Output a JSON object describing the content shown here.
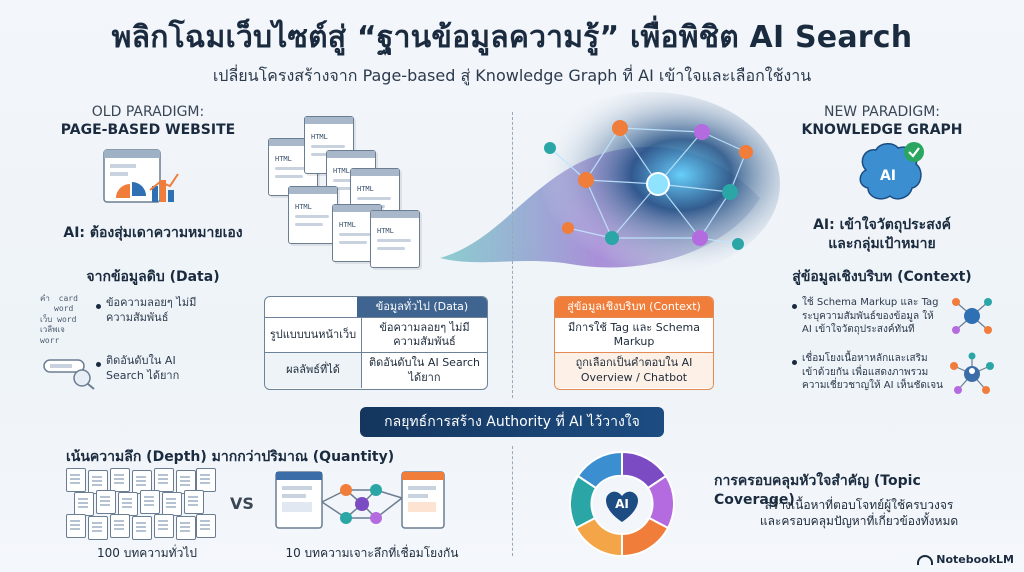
{
  "title": "พลิกโฉมเว็บไซต์สู่ “ฐานข้อมูลความรู้” เพื่อพิชิต AI Search",
  "subtitle": "เปลี่ยนโครงสร้างจาก Page-based สู่ Knowledge Graph ที่ AI เข้าใจและเลือกใช้งาน",
  "old": {
    "heading1": "OLD PARADIGM:",
    "heading2": "PAGE-BASED WEBSITE",
    "ai_label": "AI: ต้องสุ่มเดาความหมายเอง",
    "data_title": "จากข้อมูลดิบ (Data)",
    "word_cloud": [
      "คำ",
      "card",
      "word",
      "เว็บ",
      "เวลีพเจ",
      "word",
      "worr"
    ],
    "bullets": [
      "ข้อความลอยๆ ไม่มีความสัมพันธ์",
      "ติดอันดับใน AI Search ได้ยาก"
    ],
    "html_tag": "HTML"
  },
  "new": {
    "heading1": "NEW PARADIGM:",
    "heading2": "KNOWLEDGE GRAPH",
    "ai_badge": "AI",
    "ai_label1": "AI: เข้าใจวัตถุประสงค์",
    "ai_label2": "และกลุ่มเป้าหมาย",
    "context_title": "สู่ข้อมูลเชิงบริบท (Context)",
    "bullets": [
      "ใช้ Schema Markup และ Tag ระบุความสัมพันธ์ของข้อมูล ให้ AI เข้าใจวัตถุประสงค์ทันที",
      "เชื่อมโยงเนื้อหาหลักและเสริม เข้าด้วยกัน เพื่อแสดงภาพรวม ความเชี่ยวชาญให้ AI เห็นชัดเจน"
    ]
  },
  "table_left": {
    "header": "ข้อมูลทั่วไป (Data)",
    "rows": [
      {
        "label": "รูปแบบบนหน้าเว็บ",
        "value": "ข้อความลอยๆ ไม่มีความสัมพันธ์"
      },
      {
        "label": "ผลลัพธ์ที่ได้",
        "value": "ติดอันดับใน AI Search ได้ยาก"
      }
    ]
  },
  "table_right": {
    "header": "สู่ข้อมูลเชิงบริบท (Context)",
    "rows": [
      "มีการใช้ Tag และ Schema Markup",
      "ถูกเลือกเป็นคำตอบใน AI Overview / Chatbot"
    ]
  },
  "banner": "กลยุทธ์การสร้าง Authority ที่ AI ไว้วางใจ",
  "depth": {
    "title": "เน้นความลึก (Depth) มากกว่าปริมาณ (Quantity)",
    "vs": "VS",
    "left_caption": "100 บทความทั่วไป",
    "right_caption": "10 บทความเจาะลึกที่เชื่อมโยงกัน"
  },
  "coverage": {
    "title": "การครอบคลุมหัวใจสำคัญ (Topic Coverage)",
    "desc1": "สร้างเนื้อหาที่ตอบโจทย์ผู้ใช้ครบวงจร",
    "desc2": "และครอบคลุมปัญหาที่เกี่ยวข้องทั้งหมด",
    "center": "AI"
  },
  "footer": "NotebookLM",
  "colors": {
    "navy": "#14365e",
    "orange": "#f07d3a",
    "teal": "#2aa6a6",
    "purple": "#7b4bc4"
  }
}
